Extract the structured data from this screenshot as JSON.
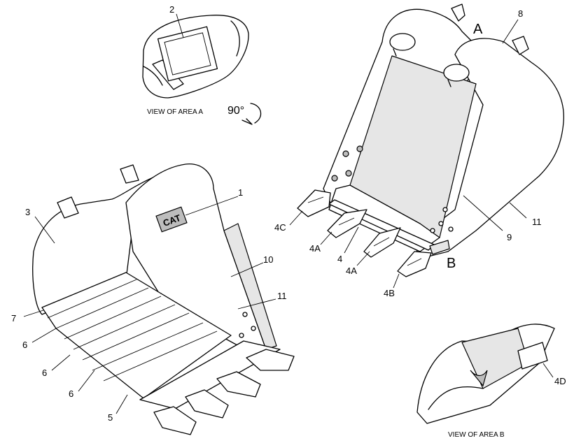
{
  "views": {
    "area_a": {
      "caption": "VIEW OF AREA A",
      "rotation": "90°"
    },
    "area_b": {
      "caption": "VIEW OF AREA B"
    }
  },
  "area_letters": {
    "a": "A",
    "b": "B"
  },
  "callouts": {
    "c1": "1",
    "c2": "2",
    "c3": "3",
    "c4": "4",
    "c4a_1": "4A",
    "c4a_2": "4A",
    "c4b": "4B",
    "c4c": "4C",
    "c4d": "4D",
    "c5": "5",
    "c6_1": "6",
    "c6_2": "6",
    "c6_3": "6",
    "c7": "7",
    "c8": "8",
    "c9": "9",
    "c10": "10",
    "c11_1": "11",
    "c11_2": "11"
  },
  "logo": "CAT"
}
